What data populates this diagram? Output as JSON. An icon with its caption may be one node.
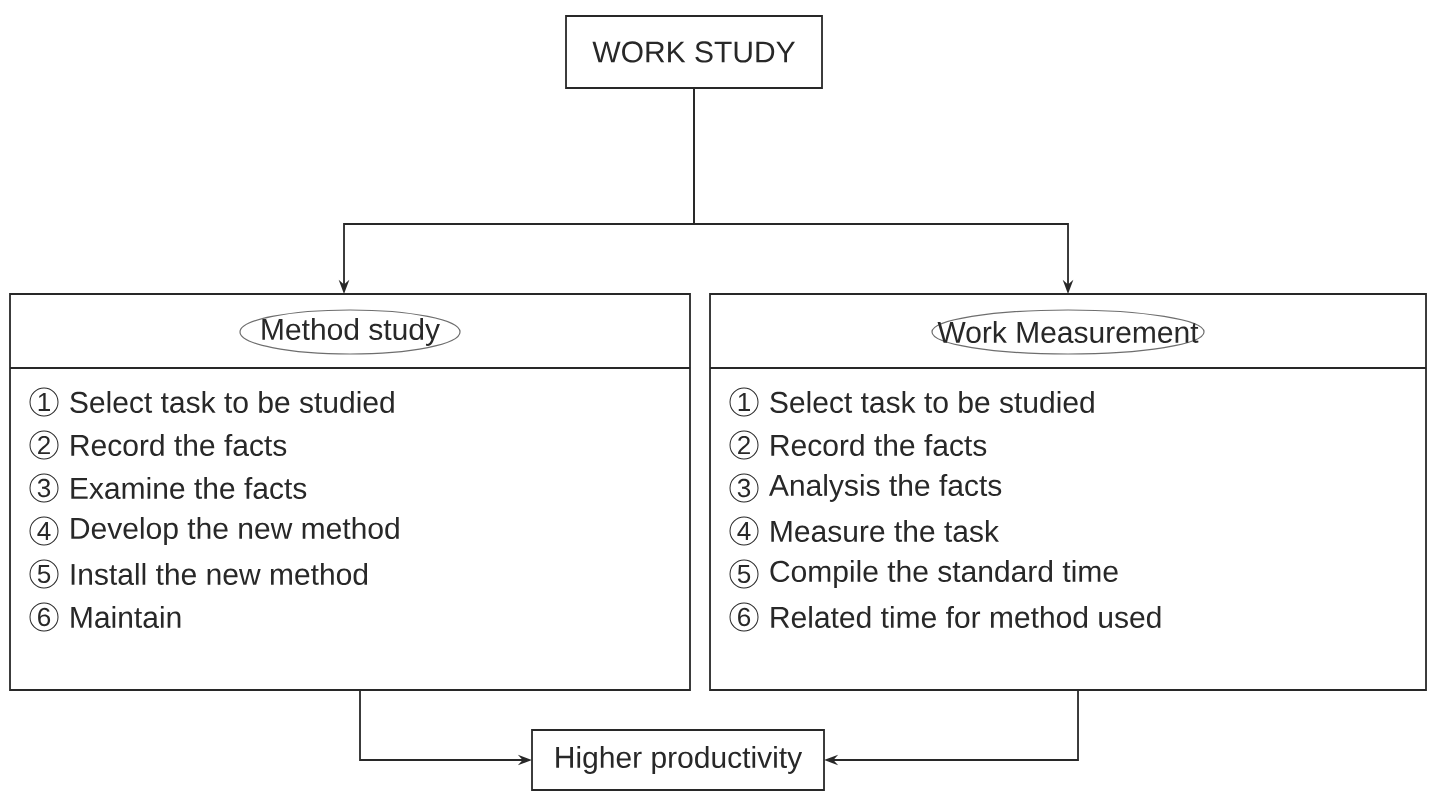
{
  "diagram": {
    "nodes": [
      {
        "text": [
          "WORK STUDY"
        ]
      },
      {
        "text": [
          "Method study",
          "Select task to be studied",
          "Record the facts",
          "Examine the facts",
          "Develop the new method",
          "Install the new method",
          "Maintain"
        ]
      },
      {
        "text": [
          "Work Measurement",
          "Select task to be studied",
          "Record the facts",
          "Analysis the facts",
          "Measure the task",
          "Compile the standard time",
          "Related time for method used"
        ]
      },
      {
        "text": [
          "Higher productivity"
        ]
      }
    ],
    "edges": [
      {
        "from": 0,
        "to": 1,
        "arrow": "to"
      },
      {
        "from": 0,
        "to": 2,
        "arrow": "to"
      },
      {
        "from": 1,
        "to": 3,
        "arrow": "to"
      },
      {
        "from": 2,
        "to": 3,
        "arrow": "to"
      }
    ],
    "labels": [
      "1",
      "2",
      "3",
      "4",
      "5",
      "6",
      "1",
      "2",
      "3",
      "4",
      "5",
      "6"
    ]
  }
}
